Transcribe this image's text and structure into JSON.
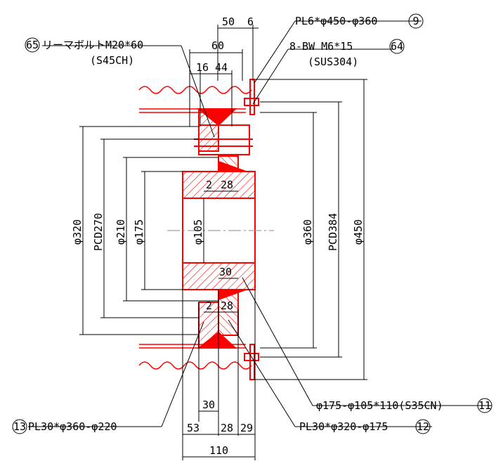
{
  "colors": {
    "red": "#ff0000",
    "black": "#000000",
    "background": "#ffffff"
  },
  "callouts": {
    "c65": {
      "num": "65",
      "text": "リーマボルトM20*60",
      "material": "(S45CH)"
    },
    "c9": {
      "num": "9",
      "text": "PL6*φ450-φ360"
    },
    "c64": {
      "num": "64",
      "text": "8-BW  M6*15",
      "material": "(SUS304)"
    },
    "c11": {
      "num": "11",
      "text": "φ175-φ105*110(S35CN)"
    },
    "c12": {
      "num": "12",
      "text": "PL30*φ320-φ175"
    },
    "c13": {
      "num": "13",
      "text": "PL30*φ360-φ220"
    }
  },
  "dims": {
    "d50": "50",
    "d6": "6",
    "d60": "60",
    "d16": "16",
    "d44": "44",
    "d2a": "2",
    "d28a": "28",
    "d30a": "30",
    "d2b": "2",
    "d28b": "28",
    "d30b": "30",
    "d53": "53",
    "d28c": "28",
    "d29": "29",
    "d110": "110",
    "d105": "φ105",
    "d175": "φ175",
    "d210": "φ210",
    "d270": "PCD270",
    "d320": "φ320",
    "d360": "φ360",
    "d384": "PCD384",
    "d450": "φ450"
  }
}
